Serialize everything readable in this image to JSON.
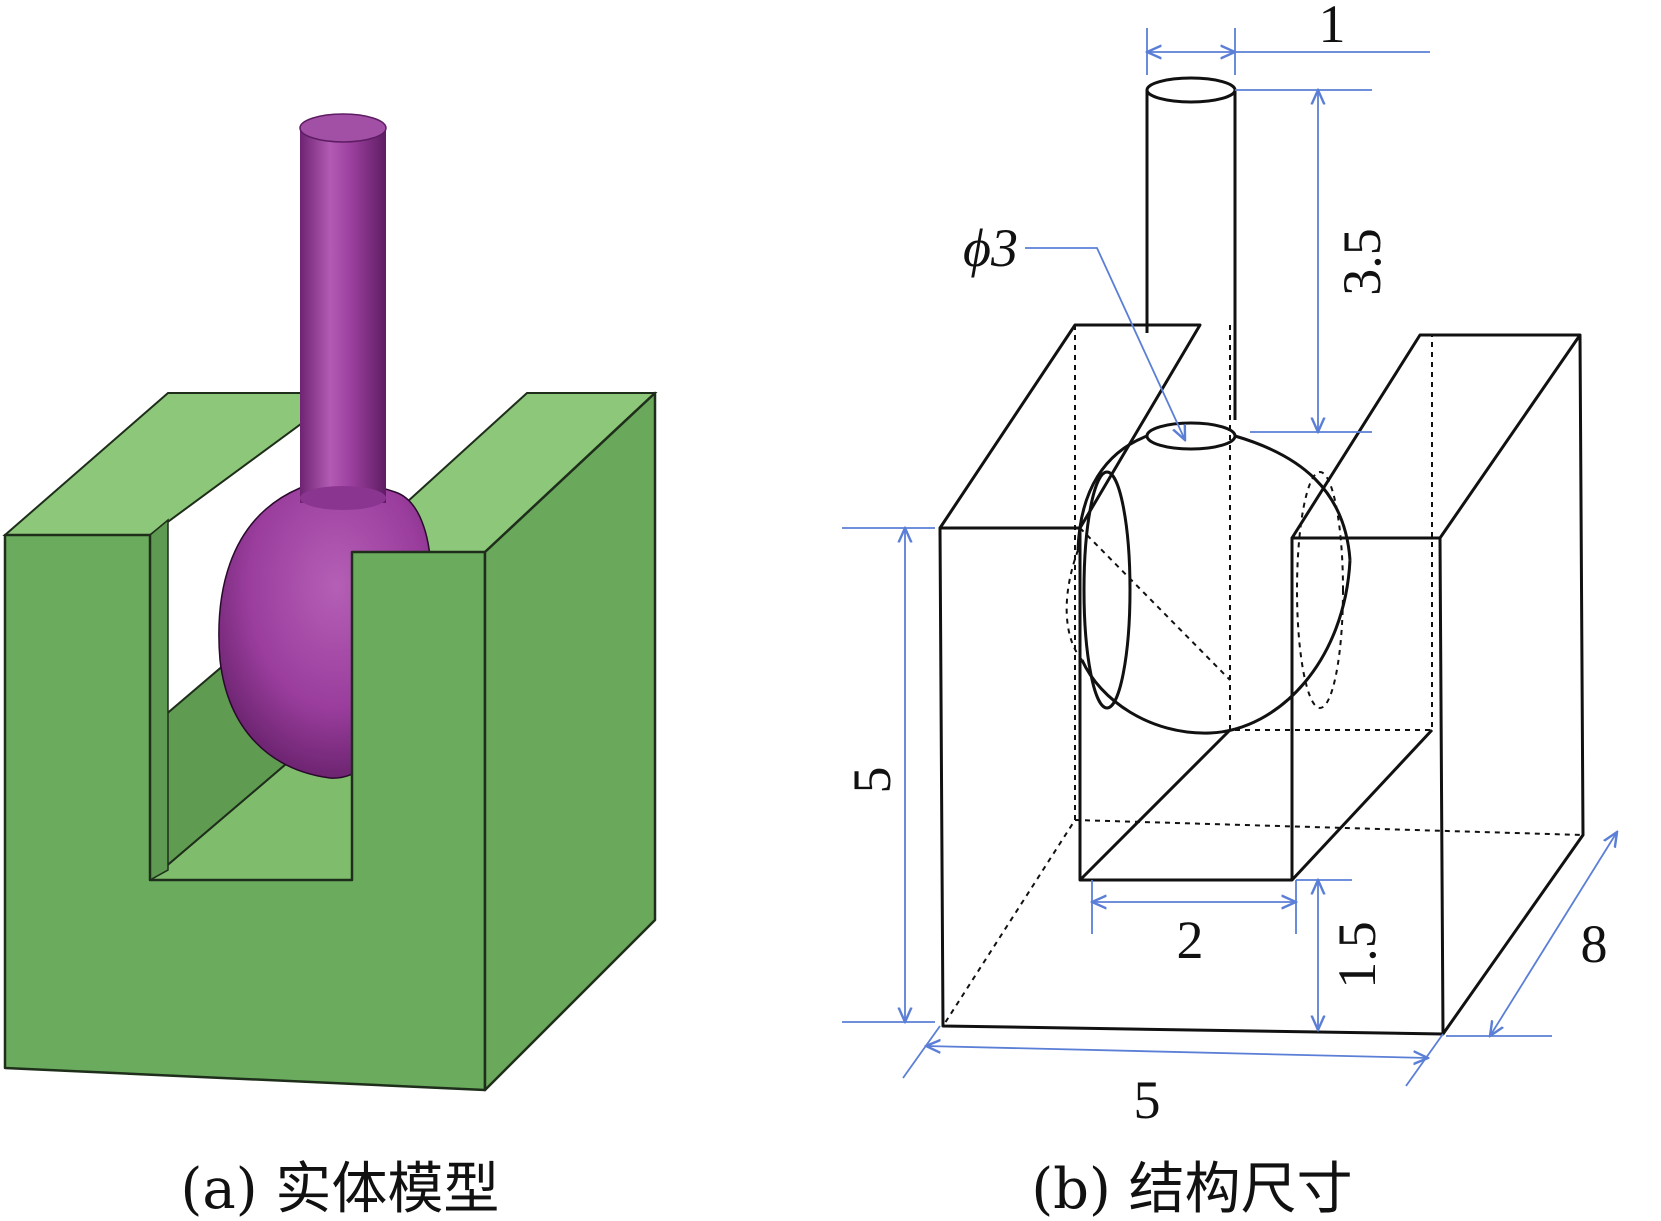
{
  "panels": [
    {
      "id": "a",
      "caption": "(a) 实体模型"
    },
    {
      "id": "b",
      "caption": "(b) 结构尺寸"
    }
  ],
  "dimensions": {
    "rod_diameter": "1",
    "rod_length": "3.5",
    "ball_diameter": "ϕ3",
    "block_height": "5",
    "slot_width": "2",
    "slot_bottom_thickness": "1.5",
    "block_depth": "8",
    "block_width": "5"
  },
  "colors": {
    "block_front": "#6aab5e",
    "block_top": "#8cc77a",
    "ball_rod": "#9b3f9e",
    "dimension_line": "#5b7fd6"
  }
}
